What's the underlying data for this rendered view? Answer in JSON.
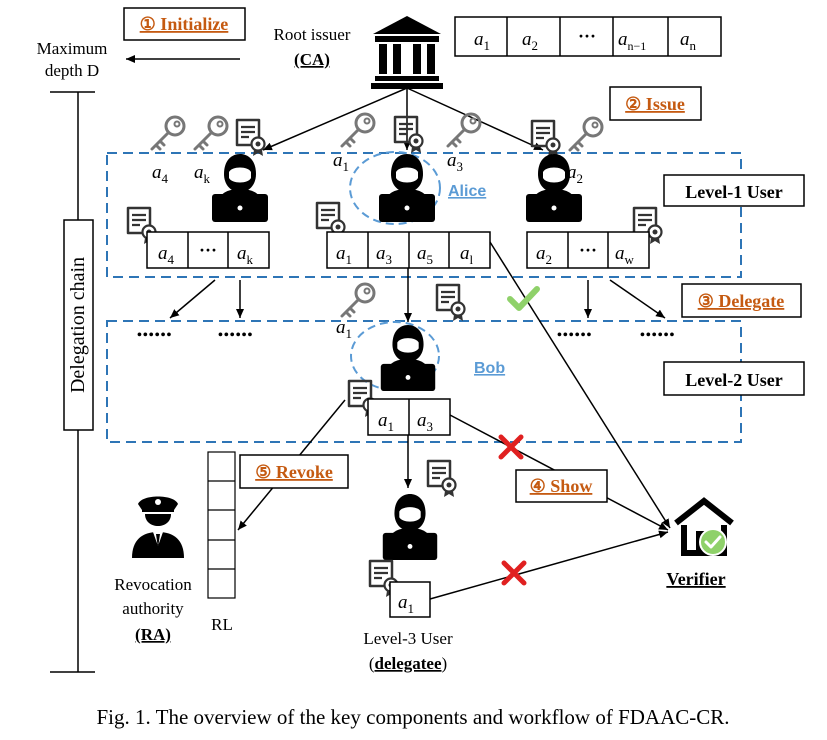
{
  "labels": {
    "max_depth_1": "Maximum",
    "max_depth_2": "depth D",
    "root_issuer": "Root issuer",
    "ca": "(CA)",
    "delegation_chain": "Delegation chain",
    "alice": "Alice",
    "bob": "Bob",
    "level1": "Level-1 User",
    "level2": "Level-2 User",
    "revocation_1": "Revocation",
    "revocation_2": "authority",
    "ra": "(RA)",
    "rl": "RL",
    "level3_line1": "Level-3 User",
    "level3_open": "(",
    "level3_bold": "delegatee",
    "level3_close": ")",
    "verifier": "Verifier"
  },
  "steps": {
    "initialize": "① Initialize",
    "issue": "② Issue",
    "delegate": "③ Delegate",
    "show": "④ Show",
    "revoke": "⑤ Revoke"
  },
  "attr": {
    "a1": "a",
    "s1": "1",
    "a2": "a",
    "s2": "2",
    "dots": "···",
    "an1": "a",
    "sn1": "n−1",
    "an": "a",
    "sn": "n",
    "a4": "a",
    "s4": "4",
    "ak": "a",
    "sk": "k",
    "a3": "a",
    "s3": "3",
    "a5": "a",
    "s5": "5",
    "al": "a",
    "sl": "l",
    "aw": "a",
    "sw": "w"
  },
  "ellipsis": "••••••",
  "caption": "Fig. 1.  The overview of the key components and workflow of FDAAC-CR.",
  "colors": {
    "step_text": "#c55a11",
    "dashed_box": "#2e75b6",
    "name_text": "#5b9bd5",
    "check": "#8fd16a",
    "cross": "#e02020"
  }
}
